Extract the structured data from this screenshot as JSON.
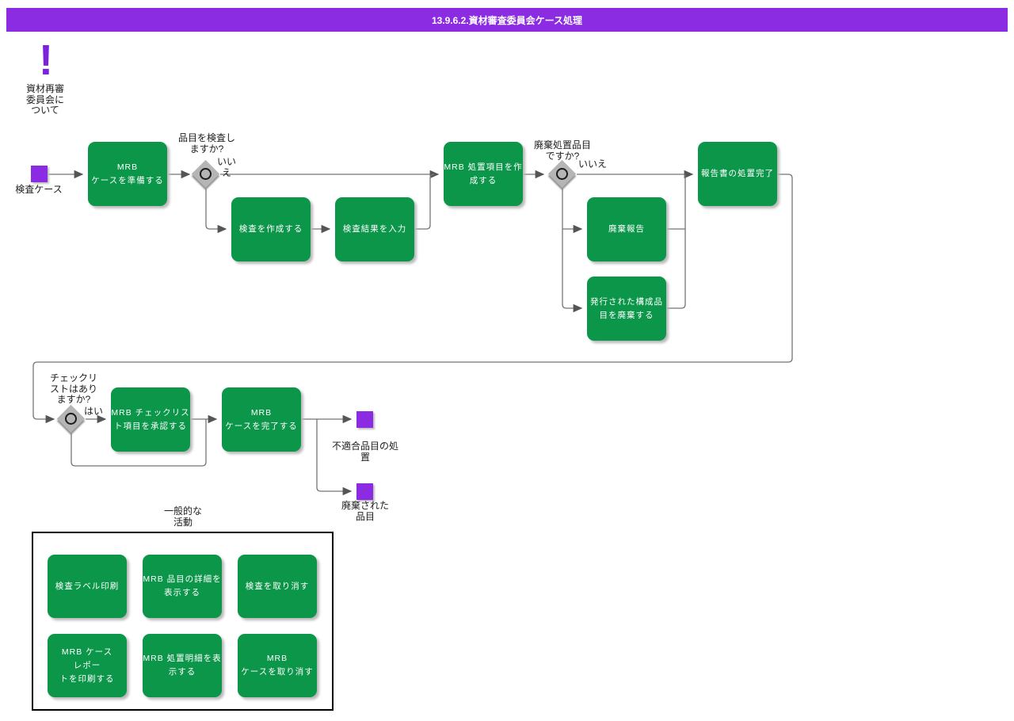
{
  "header": {
    "title": "13.9.6.2.資材審査委員会ケース処理"
  },
  "note": {
    "icon_glyph": "!",
    "label": "資材再審\n委員会に\nついて"
  },
  "events": {
    "inspection_case": {
      "label": "検査ケース"
    },
    "nonconforming_disposition": {
      "label": "不適合品目の処\n置"
    },
    "scrapped_items": {
      "label": "廃棄された\n品目"
    }
  },
  "gateways": {
    "inspect_item": {
      "question": "品目を検査し\nますか?",
      "no_label": "いい\nえ"
    },
    "scrap_disposition": {
      "question": "廃棄処置品目\nですか?",
      "no_label": "いいえ"
    },
    "checklist": {
      "question": "チェックリ\nストはあり\nますか?",
      "yes_label": "はい"
    }
  },
  "tasks": {
    "prepare_case": "MRB\nケースを準備する",
    "create_inspection": "検査を作成する",
    "enter_results": "検査結果を入力",
    "create_disposition_item": "MRB 処置項目を作\n成する",
    "scrap_report": "廃棄報告",
    "scrap_components": "発行された構成品\n目を廃棄する",
    "report_disposition_complete": "報告書の処置完了",
    "approve_checklist_items": "MRB チェックリス\nト項目を承認する",
    "complete_case": "MRB\nケースを完了する"
  },
  "general_activities": {
    "label": "一般的な\n活動",
    "items": [
      "検査ラベル印刷",
      "MRB 品目の詳細を\n表示する",
      "検査を取り消す",
      "MRB ケース\nレポー\nトを印刷する",
      "MRB 処置明細を表\n示する",
      "MRB\nケースを取り消す"
    ]
  },
  "colors": {
    "accent_purple": "#8B2BE2",
    "task_green": "#0B9649",
    "connector_gray": "#757575",
    "gateway_gray": "#b5b5b5"
  }
}
